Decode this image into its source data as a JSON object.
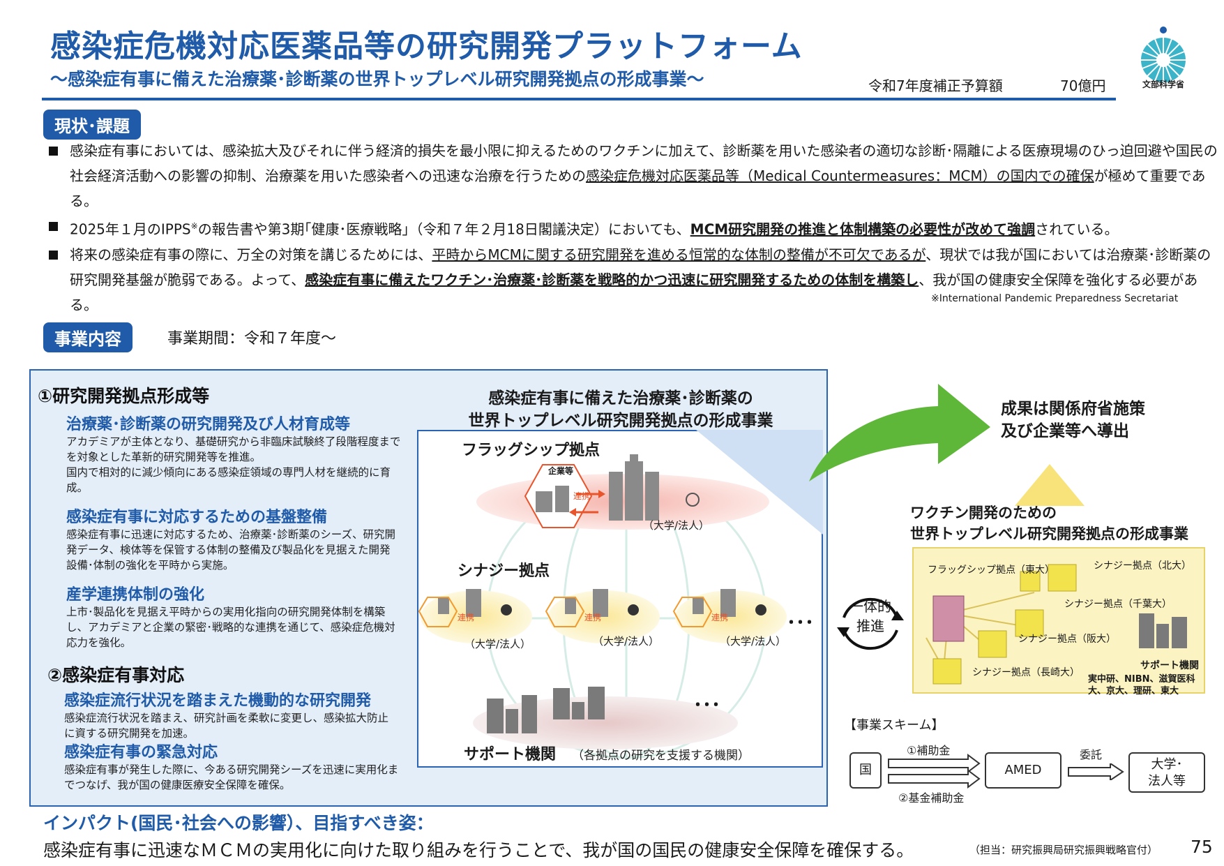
{
  "header": {
    "title": "感染症危機対応医薬品等の研究開発プラットフォーム",
    "subtitle": "～感染症有事に備えた治療薬･診断薬の世界トップレベル研究開発拠点の形成事業～",
    "budget_label": "令和7年度補正予算額",
    "budget_value": "70億円",
    "ministry": "文部科学省"
  },
  "status": {
    "heading": "現状･課題",
    "b1": {
      "t1": "感染症有事においては、感染拡大及びそれに伴う経済的損失を最小限に抑えるためのワクチンに加えて、診断薬を用いた感染者の適切な診断･隔離による医療現場のひっ迫回避や国民の社会経済活動への影響の抑制、治療薬を用いた感染者への迅速な治療を行うための",
      "u1": "感染症危機対応医薬品等（Medical Countermeasures：MCM）の国内での確保",
      "t2": "が極めて重要である。"
    },
    "b2": {
      "t1": "2025年１月のIPPS",
      "sup": "※",
      "t2": "の報告書や第3期｢健康･医療戦略｣（令和７年２月18日閣議決定）においても、",
      "u1": "MCM研究開発の推進と体制構築の必要性が改めて強調",
      "t3": "されている。"
    },
    "b3": {
      "t1": "将来の感染症有事の際に、万全の対策を講じるためには、",
      "u1": "平時からMCMに関する研究開発を進める恒常的な体制の整備が不可欠であるが",
      "t2": "、現状では我が国においては治療薬･診断薬の研究開発基盤が脆弱である。よって、",
      "u2": "感染症有事に備えたワクチン･治療薬･診断薬を戦略的かつ迅速に研究開発するための体制を構築し",
      "t3": "、我が国の健康安全保障を強化する必要がある。"
    },
    "note": "※International Pandemic Preparedness Secretariat"
  },
  "business": {
    "heading": "事業内容",
    "period": "事業期間：令和７年度～"
  },
  "left": {
    "s1": "①研究開発拠点形成等",
    "h1": "治療薬･診断薬の研究開発及び人材育成等",
    "p1a": "アカデミアが主体となり、基礎研究から非臨床試験終了段階程度までを対象とした革新的研究開発等を推進。",
    "p1b": "国内で相対的に減少傾向にある感染症領域の専門人材を継続的に育成。",
    "h2": "感染症有事に対応するための基盤整備",
    "p2": "感染症有事に迅速に対応するため、治療薬･診断薬のシーズ、研究開発データ、検体等を保管する体制の整備及び製品化を見据えた開発設備･体制の強化を平時から実施。",
    "h3": "産学連携体制の強化",
    "p3": "上市･製品化を見据え平時からの実用化指向の研究開発体制を構築し、アカデミアと企業の緊密･戦略的な連携を通じて、感染症危機対応力を強化。",
    "s2": "②感染症有事対応",
    "h4": "感染症流行状況を踏まえた機動的な研究開発",
    "p4": "感染症流行状況を踏まえ、研究計画を柔軟に変更し、感染拡大防止に資する研究開発を加速。",
    "h5": "感染症有事の緊急対応",
    "p5": "感染症有事が発生した際に、今ある研究開発シーズを迅速に実用化までつなげ、我が国の健康医療安全保障を確保。"
  },
  "center": {
    "title1": "感染症有事に備えた治療薬･診断薬の",
    "title2": "世界トップレベル研究開発拠点の形成事業",
    "flagship": "フラッグシップ拠点",
    "company": "企業等",
    "link": "連携",
    "univ": "（大学/法人）",
    "synergy": "シナジー拠点",
    "dots": "･･･",
    "support": "サポート機関",
    "support_note": "（各拠点の研究を支援する機関）"
  },
  "right": {
    "result1": "成果は関係府省施策",
    "result2": "及び企業等へ導出",
    "integrated1": "一体的",
    "integrated2": "推進",
    "vax_title1": "ワクチン開発のための",
    "vax_title2": "世界トップレベル研究開発拠点の形成事業",
    "vax_flagship": "フラッグシップ拠点（東大）",
    "vax_s1": "シナジー拠点（北大）",
    "vax_s2": "シナジー拠点（千葉大）",
    "vax_s3": "シナジー拠点（阪大）",
    "vax_s4": "シナジー拠点（長崎大）",
    "vax_support": "サポート機関",
    "vax_support_list1": "実中研、NIBN、滋賀医科",
    "vax_support_list2": "大、京大、理研、東大"
  },
  "scheme": {
    "title": "【事業スキーム】",
    "country": "国",
    "grant1": "①補助金",
    "grant2": "②基金補助金",
    "amed": "AMED",
    "entrust": "委託",
    "recipient1": "大学･",
    "recipient2": "法人等"
  },
  "footer": {
    "impact_heading": "インパクト(国民･社会への影響）、目指すべき姿：",
    "impact_text": "感染症有事に迅速なＭＣＭの実用化に向けた取り組みを行うことで、我が国の国民の健康安全保障を確保する。",
    "contact": "（担当：研究振興局研究振興戦略官付）",
    "page": "75"
  },
  "colors": {
    "brand_blue": "#1f5ba8",
    "panel_bg": "#e4eef9",
    "accent_green": "#5fb73a",
    "vaccine_yellow": "#fbf3c2",
    "flagship_pink": "#f7c9c4",
    "link_orange": "#e8542b"
  }
}
